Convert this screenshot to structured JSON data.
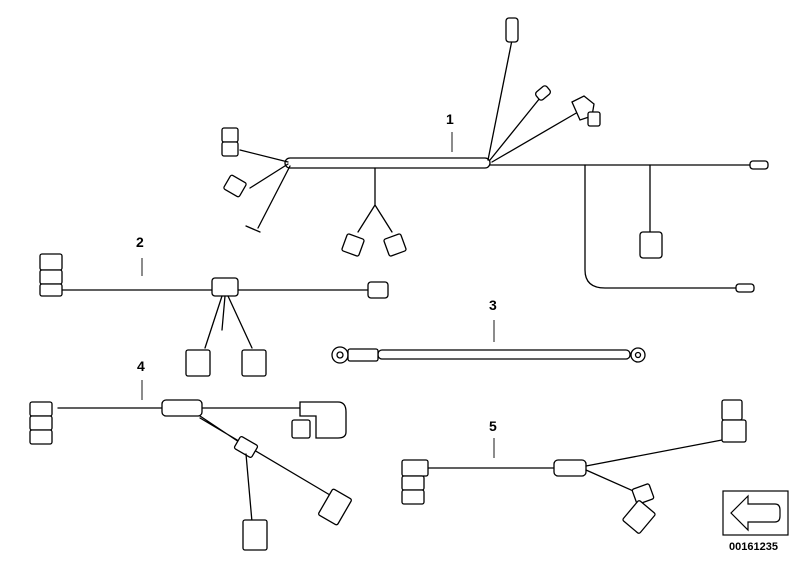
{
  "parts": [
    {
      "number": "1"
    },
    {
      "number": "2"
    },
    {
      "number": "3"
    },
    {
      "number": "4"
    },
    {
      "number": "5"
    }
  ],
  "document_number": "00161235",
  "nav_icon": "back-arrow-icon"
}
